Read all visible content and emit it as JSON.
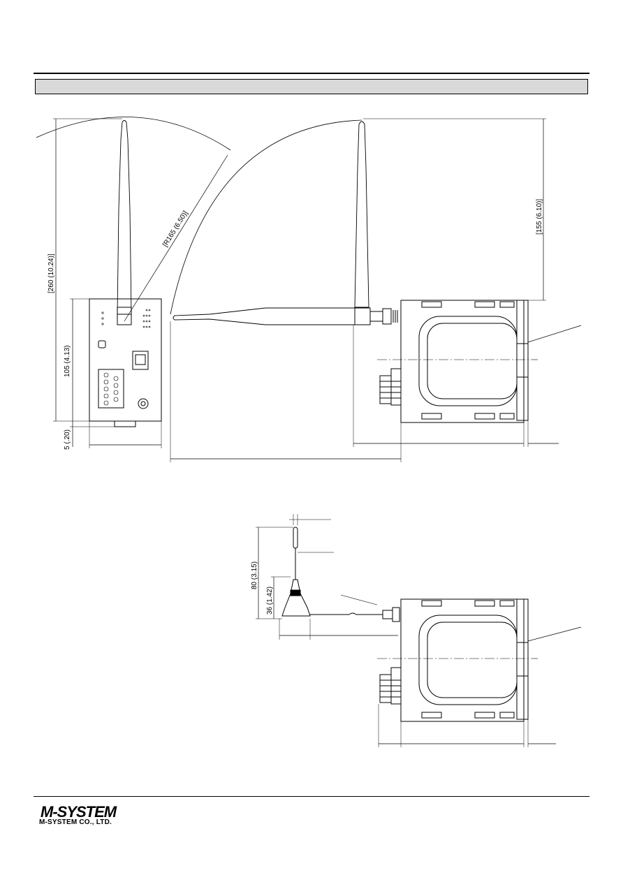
{
  "header": {
    "title": ""
  },
  "dimensions": {
    "top_height": "[260 (10.24)]",
    "body_height": "105 (4.13)",
    "base_offset": "5 (.20)",
    "radius": "[R165 (6.50)]",
    "antenna_height": "[155 (6.10)]",
    "mag_total_height": "80 (3.15)",
    "mag_base_height": "36 (1.42)"
  },
  "footer": {
    "logo_text": "M-SYSTEM",
    "company": "M-SYSTEM CO., LTD."
  },
  "colors": {
    "line": "#000000",
    "header_fill": "#d9d9d9",
    "antenna_band": "#000000"
  }
}
